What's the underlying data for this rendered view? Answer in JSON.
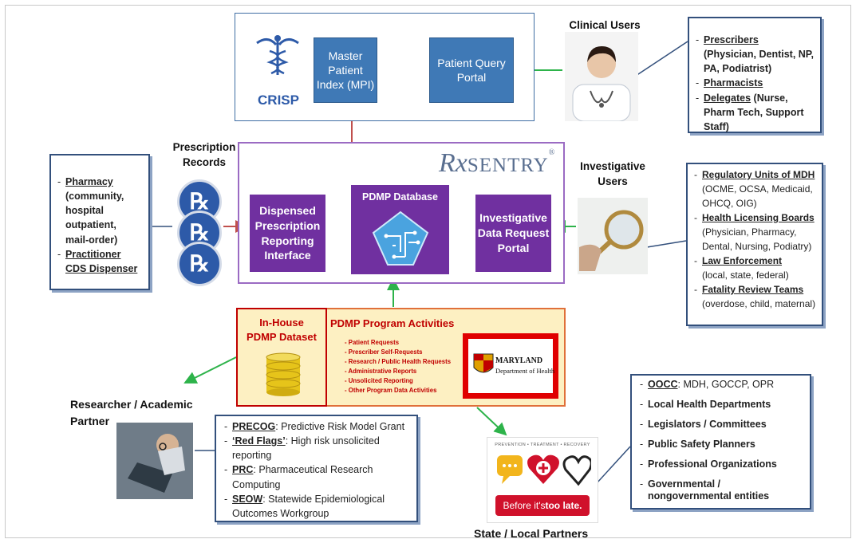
{
  "crisp": {
    "label": "CRISP",
    "mpi": "Master Patient Index (MPI)",
    "portal": "Patient Query Portal"
  },
  "clinical": {
    "title": "Clinical Users",
    "items": [
      {
        "head": "Prescribers",
        "rest": " (Physician, Dentist, NP, PA, Podiatrist)"
      },
      {
        "head": "Pharmacists",
        "rest": ""
      },
      {
        "head": "Delegates",
        "rest": " (Nurse, Pharm Tech, Support Staff)"
      }
    ]
  },
  "prescription_records": "Prescription Records",
  "rx_glyph": "℞",
  "pharmacy": {
    "items": [
      {
        "head": "Pharmacy",
        "rest": " (community, hospital outpatient, mail-order)"
      },
      {
        "head": "Practitioner CDS Dispenser",
        "rest": ""
      }
    ]
  },
  "rxsentry": {
    "rx": "Rx",
    "sentry": "SENTRY",
    "mark": "®"
  },
  "dispensed": "Dispensed Prescription Reporting Interface",
  "pdmp_db": "PDMP Database",
  "investigative_portal": "Investigative Data Request Portal",
  "investigative": {
    "title": "Investigative Users",
    "items": [
      {
        "head": "Regulatory Units of MDH",
        "rest": "(OCME, OCSA, Medicaid, OHCQ, OIG)"
      },
      {
        "head": "Health Licensing Boards",
        "rest": "(Physician, Pharmacy, Dental, Nursing, Podiatry)"
      },
      {
        "head": "Law Enforcement",
        "rest": "(local, state, federal)"
      },
      {
        "head": "Fatality Review Teams",
        "rest": "(overdose, child, maternal)"
      }
    ]
  },
  "inhouse": "In-House PDMP Dataset",
  "activities": {
    "title": "PDMP Program Activities",
    "items": [
      "Patient Requests",
      "Prescriber Self-Requests",
      "Research / Public Health Requests",
      "Administrative Reports",
      "Unsolicited Reporting",
      "Other Program Data Activities"
    ]
  },
  "maryland": {
    "line1": "MARYLAND",
    "line2": "Department of Health"
  },
  "researcher": {
    "title": "Researcher / Academic Partner",
    "items": [
      {
        "head": "PRECOG",
        "rest": ": Predictive Risk Model Grant"
      },
      {
        "head": "‘Red Flags’",
        "rest": ":  High risk unsolicited reporting"
      },
      {
        "head": "PRC",
        "rest": ": Pharmaceutical Research Computing"
      },
      {
        "head": "SEOW",
        "rest": ": Statewide Epidemiological Outcomes Workgroup"
      }
    ]
  },
  "state": {
    "title": "State / Local Partners",
    "items": [
      {
        "head": "OOCC",
        "rest": ": MDH, GOCCP, OPR"
      },
      {
        "head": "",
        "rest": "Local Health Departments"
      },
      {
        "head": "",
        "rest": "Legislators / Committees"
      },
      {
        "head": "",
        "rest": "Public Safety Planners"
      },
      {
        "head": "",
        "rest": "Professional Organizations"
      },
      {
        "head": "",
        "rest": "Governmental / nongovernmental entities"
      }
    ]
  },
  "campaign": {
    "tagline": "PREVENTION • TREATMENT • RECOVERY",
    "slogan_a": "Before it's ",
    "slogan_b": "too late."
  },
  "colors": {
    "blue": "#3f79b6",
    "purple": "#7030a0",
    "red": "#c00000",
    "green": "#2db34a",
    "arrow_red": "#c0504d",
    "navy": "#33507c"
  }
}
